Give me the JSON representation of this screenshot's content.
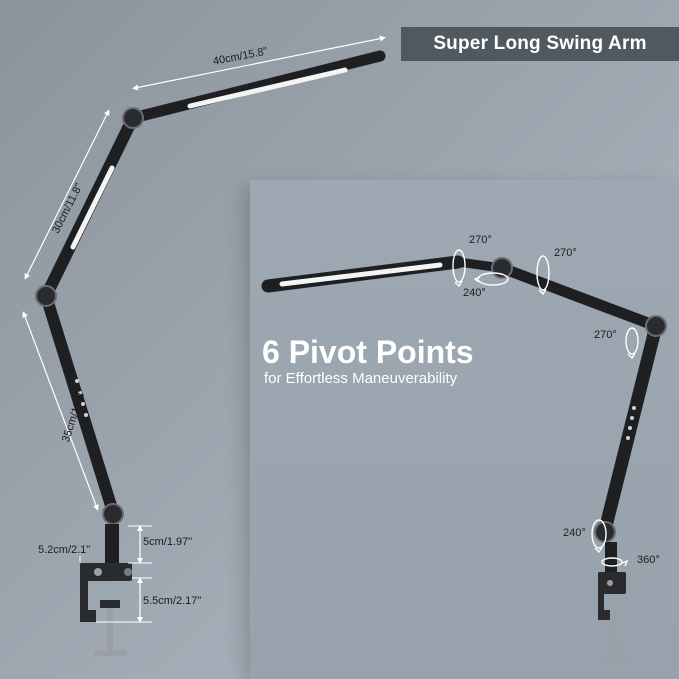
{
  "banner": {
    "title": "Super Long Swing Arm"
  },
  "pivot": {
    "heading": "6 Pivot Points",
    "subheading": "for Effortless Maneuverability"
  },
  "dimensions": {
    "head": "40cm/15.8\"",
    "upper_arm": "30cm/11.8\"",
    "lower_arm": "35cm/13.8\"",
    "base_height": "5cm/1.97\"",
    "clamp_width": "5.2cm/2.1\"",
    "clamp_height": "5.5cm/2.17\""
  },
  "angles": {
    "head_top": "270°",
    "head_bottom": "240°",
    "elbow_top": "270°",
    "elbow_side": "270°",
    "base_pivot": "240°",
    "base_rotate": "360°"
  },
  "colors": {
    "banner_bg": "#505860",
    "lamp_body": "#1e1f22",
    "light_strip": "#f4f4f4"
  }
}
